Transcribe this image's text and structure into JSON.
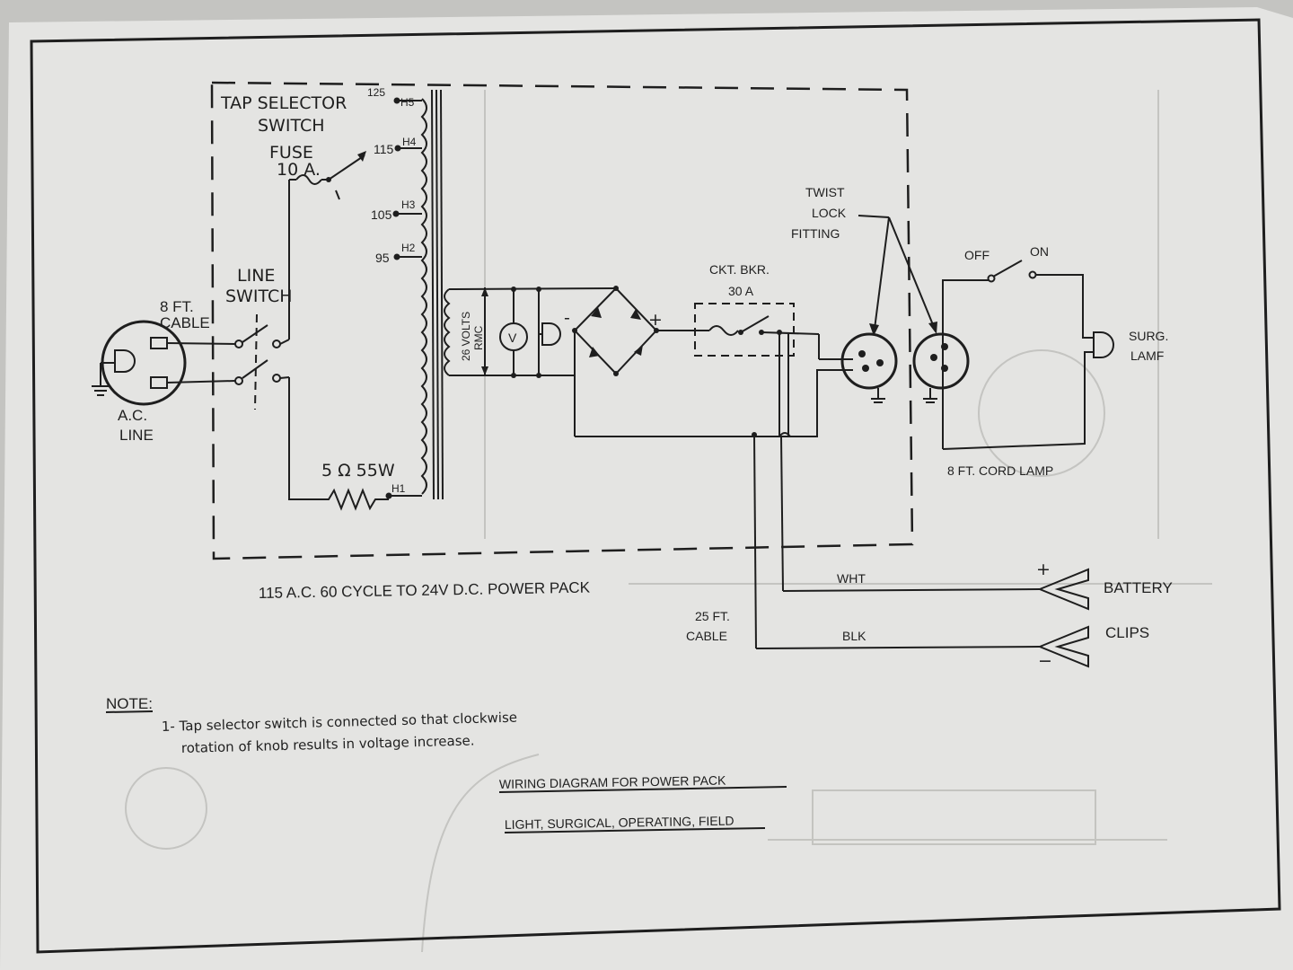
{
  "labels": {
    "tap_selector": "TAP SELECTOR",
    "switch": "SWITCH",
    "fuse": "FUSE",
    "fuse_rating": "10 A.",
    "tap_125": "125",
    "tap_115": "115",
    "tap_105": "105",
    "tap_95": "95",
    "h5": "H5",
    "h4": "H4",
    "h3": "H3",
    "h2": "H2",
    "h1": "H1",
    "resistor": "5 Ω 55W",
    "secondary_volts": "26 VOLTS",
    "secondary_rmc": "RMC",
    "voltmeter": "V",
    "rect_minus": "-",
    "rect_plus": "+",
    "line_switch_1": "LINE",
    "line_switch_2": "SWITCH",
    "cable_8ft_1": "8 FT.",
    "cable_8ft_2": "CABLE",
    "ac_line_1": "A.C.",
    "ac_line_2": "LINE",
    "ckt_bkr": "CKT. BKR.",
    "ckt_bkr_rating": "30 A",
    "twist_lock_1": "TWIST",
    "twist_lock_2": "LOCK",
    "twist_lock_3": "FITTING",
    "off": "OFF",
    "on": "ON",
    "surg_lamp_1": "SURG.",
    "surg_lamp_2": "LAMF",
    "cord_lamp": "8 FT. CORD LAMP",
    "power_pack": "115 A.C. 60 CYCLE TO 24V D.C. POWER PACK",
    "wht": "WHT",
    "blk": "BLK",
    "cable_25ft_1": "25 FT.",
    "cable_25ft_2": "CABLE",
    "battery": "BATTERY",
    "clips": "CLIPS",
    "batt_plus": "+",
    "batt_minus": "−"
  },
  "note": {
    "heading": "NOTE:",
    "line1": "1- Tap selector switch is connected so that clockwise",
    "line2": "rotation of knob results in voltage increase."
  },
  "title": {
    "line1": "WIRING DIAGRAM FOR POWER PACK",
    "line2": "LIGHT, SURGICAL, OPERATING, FIELD"
  },
  "colors": {
    "paper": "#e4e4e2",
    "ink": "#1e1e1e"
  }
}
